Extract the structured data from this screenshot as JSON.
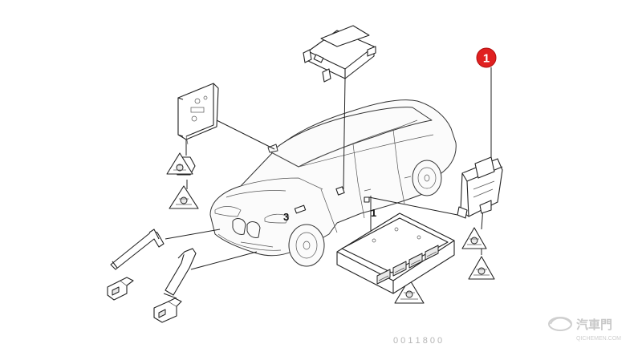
{
  "callout": {
    "number": "1",
    "color": "#e02020"
  },
  "labels": {
    "part_3": "3",
    "part_1": "1"
  },
  "warning_symbol": {
    "icon": "airbag-warning-triangle-icon",
    "text": ""
  },
  "watermark": {
    "brand": "汽車門",
    "sub": "QICHEMEN.COM"
  },
  "part_number": "0 0 1 1 8 0 0"
}
